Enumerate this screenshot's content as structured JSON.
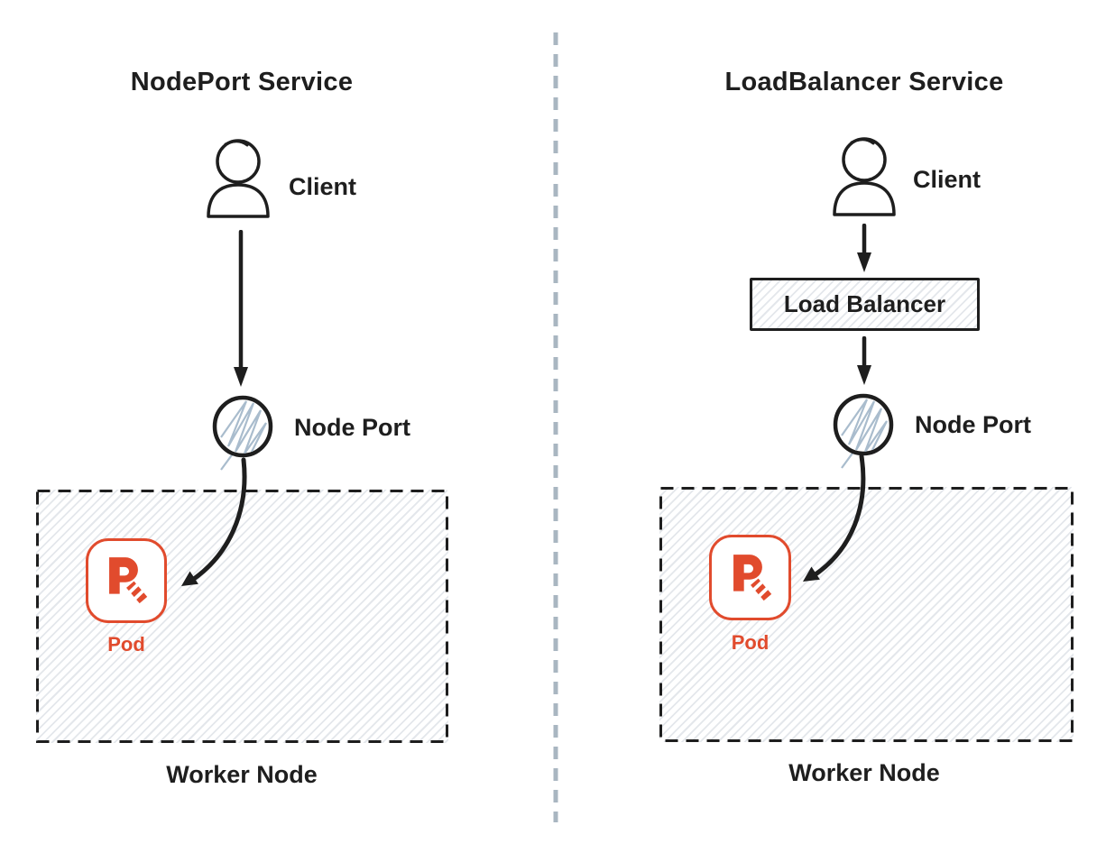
{
  "diagram": {
    "left": {
      "title": "NodePort Service",
      "client_label": "Client",
      "node_port_label": "Node Port",
      "pod_label": "Pod",
      "worker_node_label": "Worker Node"
    },
    "right": {
      "title": "LoadBalancer Service",
      "client_label": "Client",
      "load_balancer_label": "Load Balancer",
      "node_port_label": "Node Port",
      "pod_label": "Pod",
      "worker_node_label": "Worker Node"
    },
    "icons": {
      "client": "person-icon",
      "node_port": "hatched-circle-icon",
      "pod": "r-logo-icon",
      "flow": "arrow-icon"
    },
    "colors": {
      "ink": "#1e1e1e",
      "accent_red": "#e14b2d",
      "circle_hatch_blue": "#a9bccd",
      "box_hatch_gray": "#a4b0be",
      "divider_gray": "#a9b6c1",
      "background": "#ffffff"
    }
  }
}
